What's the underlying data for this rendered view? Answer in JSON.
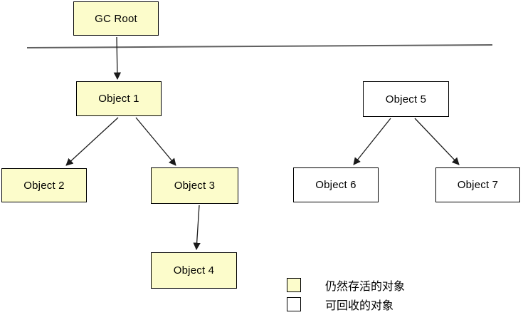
{
  "diagram": {
    "kind": "gc-reachability-tree",
    "nodes": [
      {
        "id": "gc-root",
        "label": "GC Root",
        "status": "alive"
      },
      {
        "id": "object-1",
        "label": "Object 1",
        "status": "alive"
      },
      {
        "id": "object-2",
        "label": "Object 2",
        "status": "alive"
      },
      {
        "id": "object-3",
        "label": "Object 3",
        "status": "alive"
      },
      {
        "id": "object-4",
        "label": "Object 4",
        "status": "alive"
      },
      {
        "id": "object-5",
        "label": "Object 5",
        "status": "collectable"
      },
      {
        "id": "object-6",
        "label": "Object 6",
        "status": "collectable"
      },
      {
        "id": "object-7",
        "label": "Object 7",
        "status": "collectable"
      }
    ],
    "edges": [
      {
        "from": "GC Root",
        "to": "Object 1"
      },
      {
        "from": "Object 1",
        "to": "Object 2"
      },
      {
        "from": "Object 1",
        "to": "Object 3"
      },
      {
        "from": "Object 3",
        "to": "Object 4"
      },
      {
        "from": "Object 5",
        "to": "Object 6"
      },
      {
        "from": "Object 5",
        "to": "Object 7"
      }
    ],
    "legend": {
      "items": [
        {
          "swatch": "alive",
          "label": "仍然存活的对象"
        },
        {
          "swatch": "collectable",
          "label": "可回收的对象"
        }
      ]
    },
    "colors": {
      "alive": "#FCFCCB",
      "collectable": "#FFFFFF",
      "node_border": "#000000",
      "arrow": "#1a1a1a",
      "separator": "#606060"
    }
  }
}
